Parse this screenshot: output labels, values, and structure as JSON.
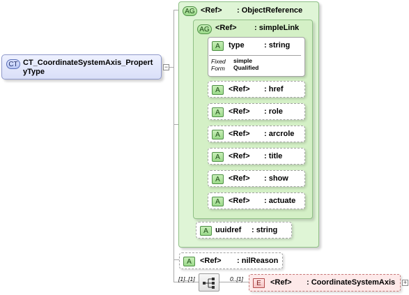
{
  "complex_type": {
    "badge": "CT",
    "name_line1": "CT_CoordinateSystemAxis_Propert",
    "name_line2": "yType"
  },
  "object_reference": {
    "badge": "AG",
    "ref": "<Ref>",
    "type": ": ObjectReference"
  },
  "simple_link": {
    "badge": "AG",
    "ref": "<Ref>",
    "type": ": simpleLink"
  },
  "type_attr": {
    "badge": "A",
    "name": "type",
    "type": ": string",
    "fixed_label_1": "Fixed",
    "fixed_label_2": "Form",
    "fixed_value_1": "simple",
    "fixed_value_2": "Qualified"
  },
  "attrs": [
    {
      "badge": "A",
      "ref": "<Ref>",
      "type": ": href"
    },
    {
      "badge": "A",
      "ref": "<Ref>",
      "type": ": role"
    },
    {
      "badge": "A",
      "ref": "<Ref>",
      "type": ": arcrole"
    },
    {
      "badge": "A",
      "ref": "<Ref>",
      "type": ": title"
    },
    {
      "badge": "A",
      "ref": "<Ref>",
      "type": ": show"
    },
    {
      "badge": "A",
      "ref": "<Ref>",
      "type": ": actuate"
    }
  ],
  "uuidref": {
    "badge": "A",
    "name": "uuidref",
    "type": ": string"
  },
  "nil_reason": {
    "badge": "A",
    "ref": "<Ref>",
    "type": ": nilReason"
  },
  "sequence": {
    "occurs_left": "[1]..[1]",
    "occurs_right": "0..[1]"
  },
  "element": {
    "badge": "E",
    "ref": "<Ref>",
    "type": ": CoordinateSystemAxis",
    "expand": "+"
  },
  "collapse": {
    "minus": "−"
  },
  "colors": {
    "group_fill": "#dff5d6",
    "element_fill": "#fde9e9",
    "type_fill": "#d9dff8"
  }
}
